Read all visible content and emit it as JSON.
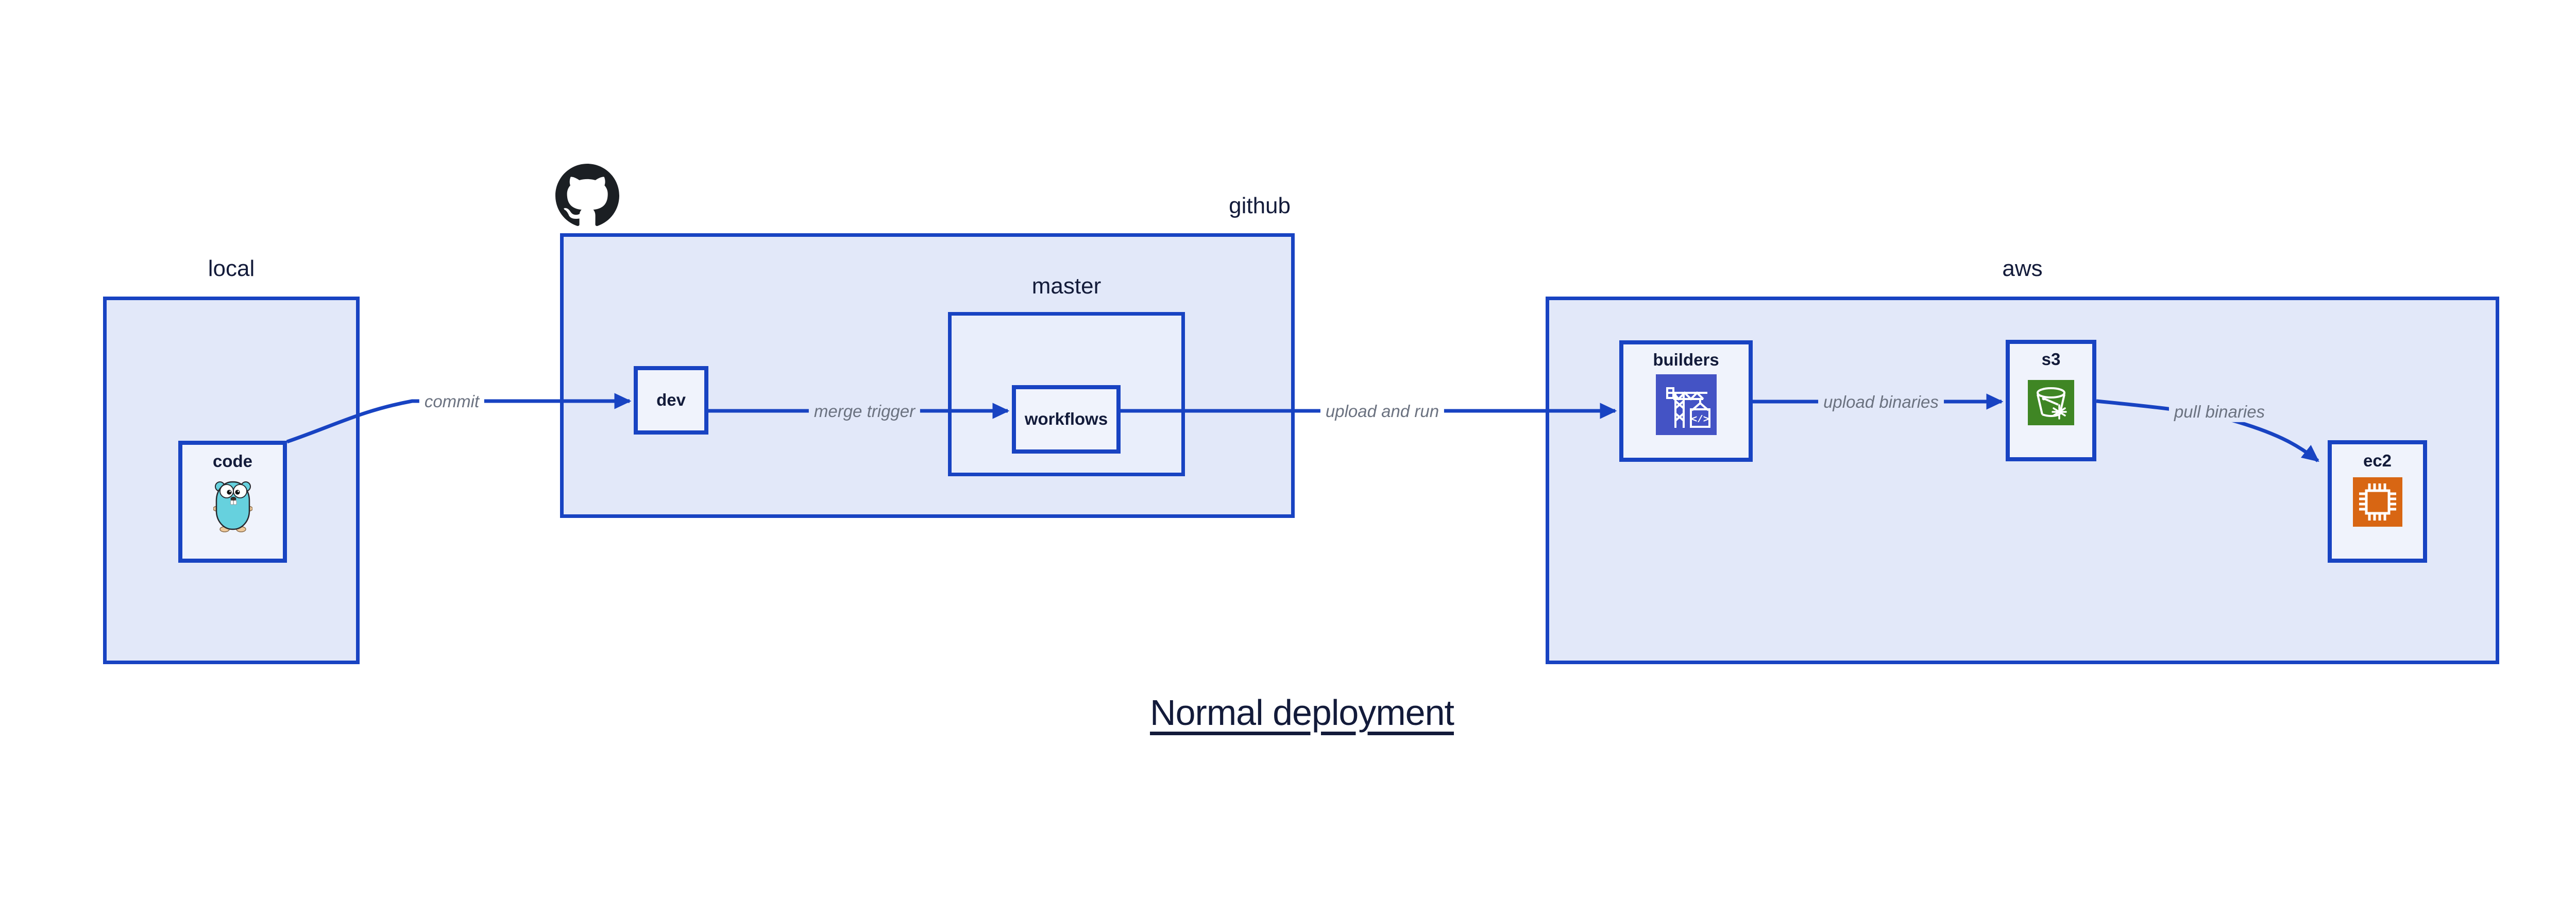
{
  "title": "Normal deployment",
  "containers": {
    "local": {
      "label": "local"
    },
    "github": {
      "label": "github"
    },
    "master": {
      "label": "master"
    },
    "aws": {
      "label": "aws"
    }
  },
  "nodes": {
    "code": {
      "label": "code"
    },
    "dev": {
      "label": "dev"
    },
    "workflows": {
      "label": "workflows"
    },
    "builders": {
      "label": "builders"
    },
    "s3": {
      "label": "s3"
    },
    "ec2": {
      "label": "ec2"
    }
  },
  "edges": {
    "commit": {
      "label": "commit"
    },
    "merge_trigger": {
      "label": "merge trigger"
    },
    "upload_and_run": {
      "label": "upload and run"
    },
    "upload_binaries": {
      "label": "upload binaries"
    },
    "pull_binaries": {
      "label": "pull binaries"
    }
  },
  "icons": {
    "github_logo": "github-octocat",
    "code_icon": "go-gopher",
    "builders_icon": "codebuild-crane",
    "builders_glyph": "</>",
    "s3_icon": "s3-bucket-snowflake",
    "ec2_icon": "ec2-chip"
  },
  "colors": {
    "container_fill": "#e2e8f9",
    "node_fill": "#f0f3fc",
    "master_fill": "#e9eefb",
    "stroke_blue": "#1843c2",
    "text_navy": "#131b3a",
    "edge_label_gray": "#6b7280",
    "builders_indigo": "#4453c5",
    "s3_green": "#3f8624",
    "ec2_orange": "#d86613",
    "github_black": "#1b1f23",
    "gopher_teal": "#66d1de"
  }
}
